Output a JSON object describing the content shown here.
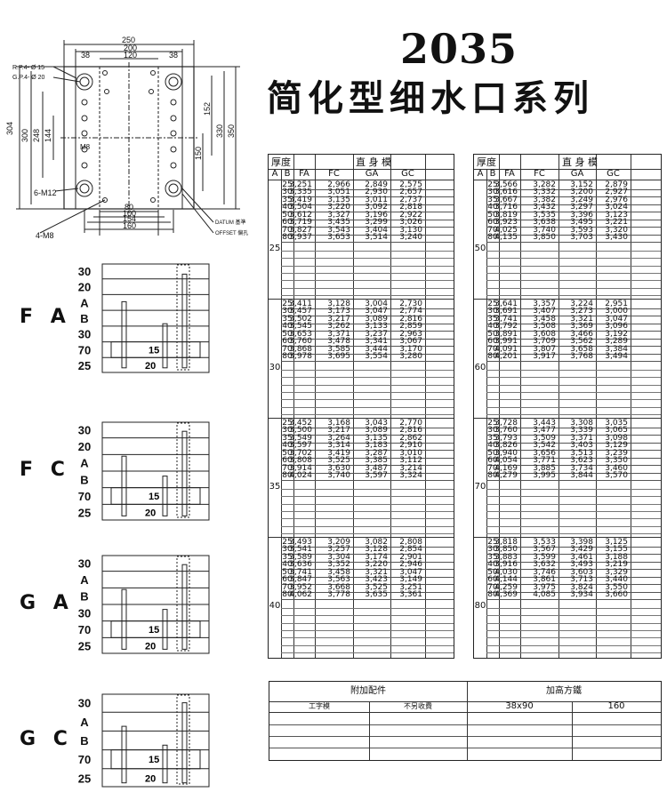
{
  "title": {
    "model": "2035",
    "series": "简化型细水口系列"
  },
  "plan": {
    "dims_top": [
      "250",
      "200",
      "120",
      "38",
      "38"
    ],
    "dims_left": [
      "304",
      "300",
      "248",
      "144",
      "M8",
      "6-M12"
    ],
    "dims_right": [
      "152",
      "330",
      "350",
      "150"
    ],
    "dims_bottom": [
      "80",
      "100",
      "154",
      "160",
      "4-M8"
    ],
    "rp": "R.P.4- Ø 15",
    "gp": "G.P.4- Ø 20",
    "datum": "DATUM 基準",
    "offset": "OFFSET 偏孔"
  },
  "sections": [
    {
      "type": "FA",
      "layers": [
        "30",
        "20",
        "A",
        "B",
        "30",
        "70",
        "25"
      ],
      "dim15": "15",
      "dim20": "20"
    },
    {
      "type": "FC",
      "layers": [
        "30",
        "20",
        "A",
        "B",
        "70",
        "25"
      ],
      "dim15": "15",
      "dim20": "20"
    },
    {
      "type": "GA",
      "layers": [
        "30",
        "A",
        "B",
        "30",
        "70",
        "25"
      ],
      "dim15": "15",
      "dim20": "20"
    },
    {
      "type": "GC",
      "layers": [
        "30",
        "A",
        "B",
        "70",
        "25"
      ],
      "dim15": "15",
      "dim20": "20"
    }
  ],
  "table": {
    "thickness_label": "厚度",
    "body_label": "直 身 模",
    "col_a": "A",
    "col_b": "B",
    "types": [
      "FA",
      "FC",
      "GA",
      "GC"
    ],
    "left_groups": [
      {
        "a": "25",
        "rows": [
          [
            "25",
            "3,251",
            "2,966",
            "2,849",
            "2,575"
          ],
          [
            "30",
            "3,335",
            "3,051",
            "2,930",
            "2,657"
          ],
          [
            "35",
            "3,419",
            "3,135",
            "3,011",
            "2,737"
          ],
          [
            "40",
            "3,504",
            "3,220",
            "3,092",
            "2,818"
          ],
          [
            "50",
            "3,612",
            "3,327",
            "3,196",
            "2,922"
          ],
          [
            "60",
            "3,719",
            "3,435",
            "3,299",
            "3,026"
          ],
          [
            "70",
            "3,827",
            "3,543",
            "3,404",
            "3,130"
          ],
          [
            "80",
            "3,937",
            "3,653",
            "3,514",
            "3,240"
          ]
        ]
      },
      {
        "a": "30",
        "rows": [
          [
            "25",
            "3,411",
            "3,128",
            "3,004",
            "2,730"
          ],
          [
            "30",
            "3,457",
            "3,173",
            "3,047",
            "2,774"
          ],
          [
            "35",
            "3,502",
            "3,217",
            "3,089",
            "2,816"
          ],
          [
            "40",
            "3,545",
            "3,262",
            "3,133",
            "2,859"
          ],
          [
            "50",
            "3,653",
            "3,371",
            "3,237",
            "2,963"
          ],
          [
            "60",
            "3,760",
            "3,478",
            "3,341",
            "3,067"
          ],
          [
            "70",
            "3,868",
            "3,585",
            "3,444",
            "3,170"
          ],
          [
            "80",
            "3,978",
            "3,695",
            "3,554",
            "3,280"
          ]
        ]
      },
      {
        "a": "35",
        "rows": [
          [
            "25",
            "3,452",
            "3,168",
            "3,043",
            "2,770"
          ],
          [
            "30",
            "3,500",
            "3,217",
            "3,089",
            "2,816"
          ],
          [
            "35",
            "3,549",
            "3,264",
            "3,135",
            "2,862"
          ],
          [
            "40",
            "3,597",
            "3,314",
            "3,183",
            "2,910"
          ],
          [
            "50",
            "3,702",
            "3,419",
            "3,287",
            "3,010"
          ],
          [
            "60",
            "3,808",
            "3,525",
            "3,385",
            "3,112"
          ],
          [
            "70",
            "3,914",
            "3,630",
            "3,487",
            "3,214"
          ],
          [
            "80",
            "4,024",
            "3,740",
            "3,597",
            "3,324"
          ]
        ]
      },
      {
        "a": "40",
        "rows": [
          [
            "25",
            "3,493",
            "3,209",
            "3,082",
            "2,808"
          ],
          [
            "30",
            "3,541",
            "3,257",
            "3,128",
            "2,854"
          ],
          [
            "35",
            "3,589",
            "3,304",
            "3,174",
            "2,901"
          ],
          [
            "40",
            "3,636",
            "3,352",
            "3,220",
            "2,946"
          ],
          [
            "50",
            "3,741",
            "3,458",
            "3,321",
            "3,047"
          ],
          [
            "60",
            "3,847",
            "3,563",
            "3,423",
            "3,149"
          ],
          [
            "70",
            "3,952",
            "3,668",
            "3,525",
            "3,251"
          ],
          [
            "80",
            "4,062",
            "3,778",
            "3,635",
            "3,361"
          ]
        ]
      }
    ],
    "right_groups": [
      {
        "a": "50",
        "rows": [
          [
            "25",
            "3,566",
            "3,282",
            "3,152",
            "2,879"
          ],
          [
            "30",
            "3,616",
            "3,332",
            "3,200",
            "2,927"
          ],
          [
            "35",
            "3,667",
            "3,382",
            "3,249",
            "2,976"
          ],
          [
            "40",
            "3,716",
            "3,432",
            "3,297",
            "3,024"
          ],
          [
            "50",
            "3,819",
            "3,535",
            "3,396",
            "3,123"
          ],
          [
            "60",
            "3,923",
            "3,638",
            "3,495",
            "3,221"
          ],
          [
            "70",
            "4,025",
            "3,740",
            "3,593",
            "3,320"
          ],
          [
            "80",
            "4,135",
            "3,850",
            "3,703",
            "3,430"
          ]
        ]
      },
      {
        "a": "60",
        "rows": [
          [
            "25",
            "3,641",
            "3,357",
            "3,224",
            "2,951"
          ],
          [
            "30",
            "3,691",
            "3,407",
            "3,273",
            "3,000"
          ],
          [
            "35",
            "3,741",
            "3,458",
            "3,321",
            "3,047"
          ],
          [
            "40",
            "3,792",
            "3,508",
            "3,369",
            "3,096"
          ],
          [
            "50",
            "3,891",
            "3,608",
            "3,466",
            "3,192"
          ],
          [
            "60",
            "3,991",
            "3,709",
            "3,562",
            "3,289"
          ],
          [
            "70",
            "4,091",
            "3,807",
            "3,658",
            "3,384"
          ],
          [
            "80",
            "4,201",
            "3,917",
            "3,768",
            "3,494"
          ]
        ]
      },
      {
        "a": "70",
        "rows": [
          [
            "25",
            "3,728",
            "3,443",
            "3,308",
            "3,035"
          ],
          [
            "30",
            "3,760",
            "3,477",
            "3,339",
            "3,065"
          ],
          [
            "35",
            "3,793",
            "3,509",
            "3,371",
            "3,098"
          ],
          [
            "40",
            "3,826",
            "3,542",
            "3,403",
            "3,129"
          ],
          [
            "50",
            "3,940",
            "3,656",
            "3,513",
            "3,239"
          ],
          [
            "60",
            "4,054",
            "3,771",
            "3,623",
            "3,350"
          ],
          [
            "70",
            "4,169",
            "3,885",
            "3,734",
            "3,460"
          ],
          [
            "80",
            "4,279",
            "3,995",
            "3,844",
            "3,570"
          ]
        ]
      },
      {
        "a": "80",
        "rows": [
          [
            "25",
            "3,818",
            "3,533",
            "3,398",
            "3,125"
          ],
          [
            "30",
            "3,850",
            "3,567",
            "3,429",
            "3,155"
          ],
          [
            "35",
            "3,883",
            "3,599",
            "3,461",
            "3,188"
          ],
          [
            "40",
            "3,916",
            "3,632",
            "3,493",
            "3,219"
          ],
          [
            "50",
            "4,030",
            "3,746",
            "3,603",
            "3,329"
          ],
          [
            "60",
            "4,144",
            "3,861",
            "3,713",
            "3,440"
          ],
          [
            "70",
            "4,259",
            "3,975",
            "3,824",
            "3,550"
          ],
          [
            "80",
            "4,369",
            "4,085",
            "3,934",
            "3,660"
          ]
        ]
      }
    ]
  },
  "accessories": {
    "left_title": "附加配件",
    "right_title": "加高方鐵",
    "item1": "工字模",
    "item2": "不另收費",
    "size": "38x90",
    "price": "160"
  }
}
